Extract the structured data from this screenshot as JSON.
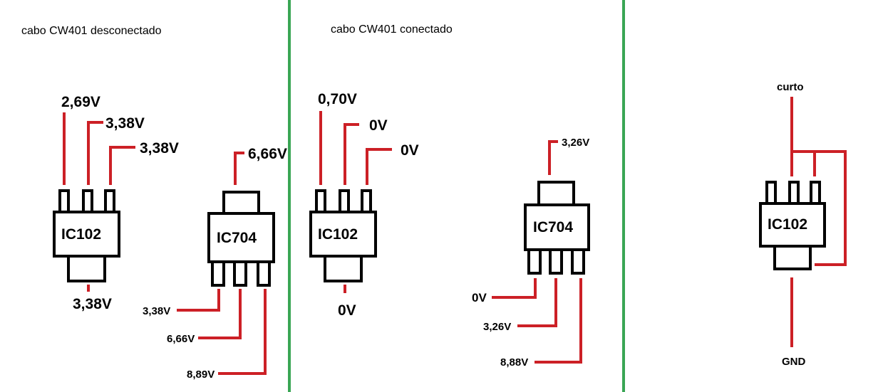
{
  "colors": {
    "wire": "#cc2026",
    "divider": "#3aa655",
    "outline": "#000000",
    "background": "#ffffff"
  },
  "panel_disconnected": {
    "title": "cabo CW401 desconectado",
    "ic102": {
      "name": "IC102",
      "pin1": "2,69V",
      "pin2": "3,38V",
      "pin3": "3,38V",
      "tab": "3,38V"
    },
    "ic704": {
      "name": "IC704",
      "tab": "6,66V",
      "pin1": "3,38V",
      "pin2": "6,66V",
      "pin3": "8,89V"
    }
  },
  "panel_connected": {
    "title": "cabo CW401 conectado",
    "ic102": {
      "name": "IC102",
      "pin1": "0,70V",
      "pin2": "0V",
      "pin3": "0V",
      "tab": "0V"
    },
    "ic704": {
      "name": "IC704",
      "tab": "3,26V",
      "pin1": "0V",
      "pin2": "3,26V",
      "pin3": "8,88V"
    }
  },
  "panel_short": {
    "ic102": {
      "name": "IC102"
    },
    "short_label": "curto",
    "gnd_label": "GND"
  }
}
